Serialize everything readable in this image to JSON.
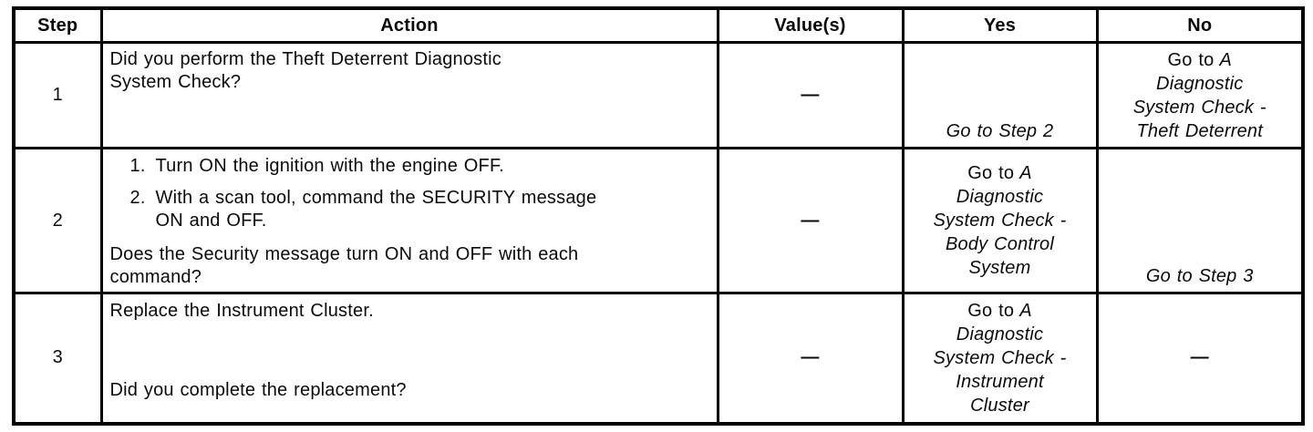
{
  "table": {
    "headers": {
      "step": "Step",
      "action": "Action",
      "values": "Value(s)",
      "yes": "Yes",
      "no": "No"
    },
    "rows": [
      {
        "step": "1",
        "action": {
          "line1": "Did you perform the Theft Deterrent Diagnostic",
          "line2": "System Check?"
        },
        "value": "—",
        "yes": {
          "goto": "Go to Step 2"
        },
        "no": {
          "prefix": "Go to",
          "link_line1": "A",
          "link_line2": "Diagnostic",
          "link_line3": "System Check -",
          "link_line4": "Theft Deterrent"
        }
      },
      {
        "step": "2",
        "action": {
          "item1_num": "1.",
          "item1_line1": "Turn ON the ignition with the engine OFF.",
          "item2_num": "2.",
          "item2_line1": "With a scan tool, command the SECURITY message",
          "item2_line2": "ON and OFF.",
          "question_line1": "Does the Security message turn ON and OFF with each",
          "question_line2": "command?"
        },
        "value": "—",
        "yes": {
          "prefix": "Go to",
          "link_line1": "A",
          "link_line2": "Diagnostic",
          "link_line3": "System Check -",
          "link_line4": "Body Control",
          "link_line5": "System"
        },
        "no": {
          "goto": "Go to Step 3"
        }
      },
      {
        "step": "3",
        "action": {
          "line1": "Replace the Instrument Cluster.",
          "line2": "Did you complete the replacement?"
        },
        "value": "—",
        "yes": {
          "prefix": "Go to",
          "link_line1": "A",
          "link_line2": "Diagnostic",
          "link_line3": "System Check -",
          "link_line4": "Instrument",
          "link_line5": "Cluster"
        },
        "no": {
          "value": "—"
        }
      }
    ],
    "colors": {
      "border": "#000000",
      "text": "#0a0a0a",
      "background": "#ffffff"
    }
  }
}
